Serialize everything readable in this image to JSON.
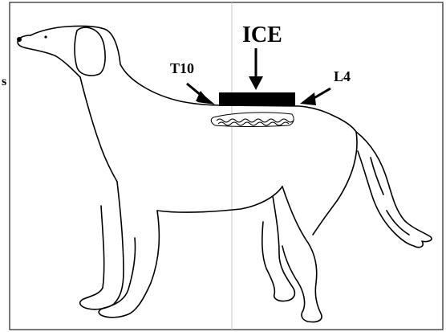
{
  "figure": {
    "labels": {
      "ice": "ICE",
      "t10": "T10",
      "l4": "L4",
      "margin_char": "s"
    }
  }
}
